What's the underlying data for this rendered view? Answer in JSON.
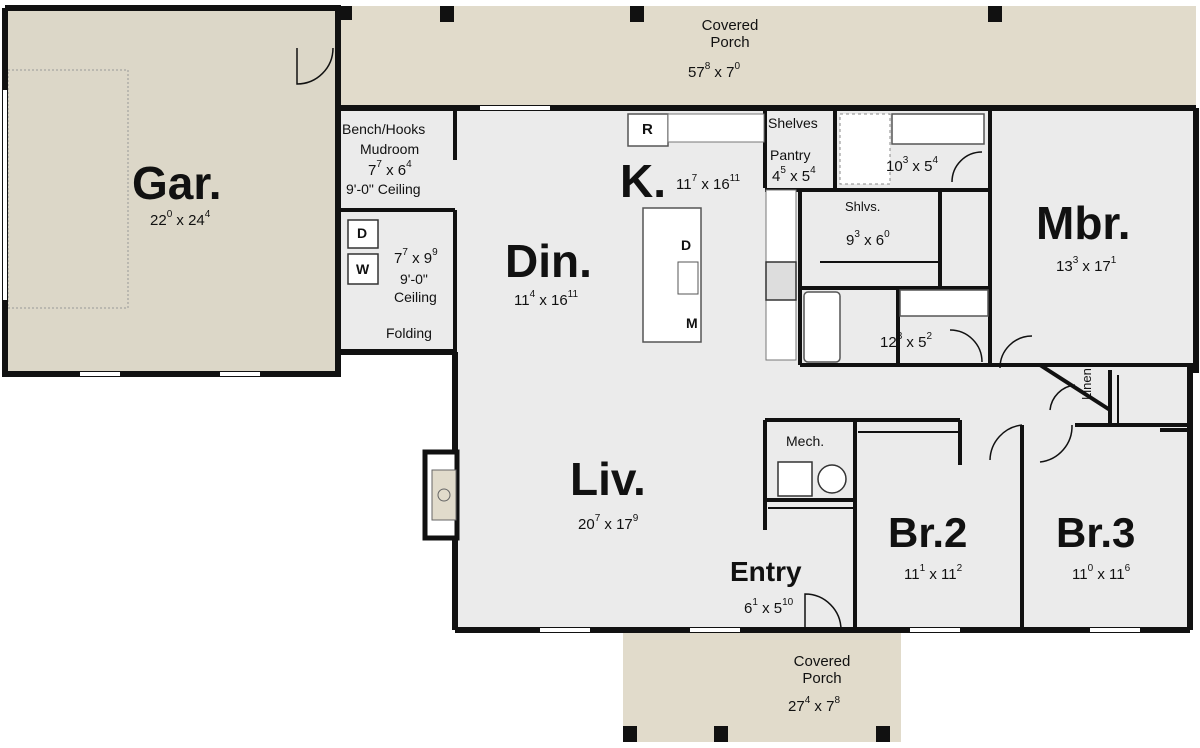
{
  "rooms": {
    "garage": {
      "name": "Gar.",
      "w": "22",
      "w_in": "0",
      "h": "24",
      "h_in": "4"
    },
    "dining": {
      "name": "Din.",
      "w": "11",
      "w_in": "4",
      "h": "16",
      "h_in": "11"
    },
    "kitchen": {
      "name": "K.",
      "w": "11",
      "w_in": "7",
      "h": "16",
      "h_in": "11"
    },
    "living": {
      "name": "Liv.",
      "w": "20",
      "w_in": "7",
      "h": "17",
      "h_in": "9"
    },
    "master": {
      "name": "Mbr.",
      "w": "13",
      "w_in": "3",
      "h": "17",
      "h_in": "1"
    },
    "bed2": {
      "name": "Br.2",
      "w": "11",
      "w_in": "1",
      "h": "11",
      "h_in": "2"
    },
    "bed3": {
      "name": "Br.3",
      "w": "11",
      "w_in": "0",
      "h": "11",
      "h_in": "6"
    },
    "entry": {
      "name": "Entry",
      "w": "6",
      "w_in": "1",
      "h": "5",
      "h_in": "10"
    },
    "mudroom": {
      "name": "Mudroom",
      "w": "7",
      "w_in": "7",
      "h": "6",
      "h_in": "4",
      "ceiling": "9'-0\" Ceiling"
    },
    "laundry": {
      "w": "7",
      "w_in": "7",
      "h": "9",
      "h_in": "9",
      "ceiling_line1": "9'-0\"",
      "ceiling_line2": "Ceiling"
    },
    "pantry": {
      "name": "Pantry",
      "w": "4",
      "w_in": "5",
      "h": "5",
      "h_in": "4"
    },
    "master_bath": {
      "w": "10",
      "w_in": "3",
      "h": "5",
      "h_in": "4"
    },
    "master_closet": {
      "w": "9",
      "w_in": "3",
      "h": "6",
      "h_in": "0"
    },
    "hall_bath": {
      "w": "12",
      "w_in": "8",
      "h": "5",
      "h_in": "2"
    },
    "mech": {
      "name": "Mech."
    }
  },
  "porch_top": {
    "line1": "Covered",
    "line2": "Porch",
    "w": "57",
    "w_in": "8",
    "h": "7",
    "h_in": "0"
  },
  "porch_bottom": {
    "line1": "Covered",
    "line2": "Porch",
    "w": "27",
    "w_in": "4",
    "h": "7",
    "h_in": "8"
  },
  "labels": {
    "bench_hooks": "Bench/Hooks",
    "shelves": "Shelves",
    "shelves_short": "Shlvs.",
    "folding": "Folding",
    "linen": "Linen",
    "fridge": "R",
    "dishwasher": "D",
    "microwave": "M",
    "dryer": "D",
    "washer": "W",
    "times": "x"
  },
  "colors": {
    "wall": "#111111",
    "floor": "#ebebeb",
    "porch": "#e1dbcb",
    "garage": "#dcd7c8",
    "fixture": "#ffffff"
  }
}
